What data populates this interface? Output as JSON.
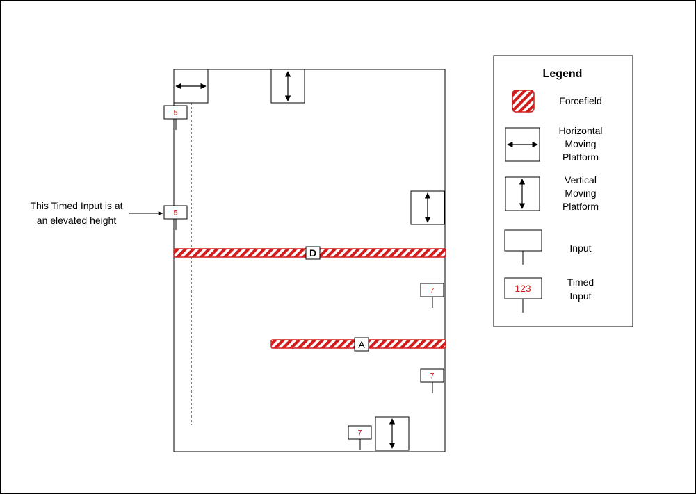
{
  "colors": {
    "stroke": "#000000",
    "forcefield_red": "#d01c1c",
    "forcefield_light": "#ffffff",
    "timed_text": "#d01c1c",
    "background": "#ffffff"
  },
  "annotation": {
    "line1": "This Timed Input is at",
    "line2": "an elevated height"
  },
  "map": {
    "timed_inputs": [
      "5",
      "5",
      "7",
      "7",
      "7"
    ],
    "forcefield_labels": [
      "D",
      "A"
    ],
    "platform_types": [
      "horizontal",
      "vertical",
      "vertical",
      "vertical"
    ]
  },
  "legend": {
    "title": "Legend",
    "forcefield": "Forcefield",
    "horizontal": [
      "Horizontal",
      "Moving",
      "Platform"
    ],
    "vertical": [
      "Vertical",
      "Moving",
      "Platform"
    ],
    "input": "Input",
    "timed": [
      "Timed",
      "Input"
    ],
    "timed_sample": "123"
  }
}
